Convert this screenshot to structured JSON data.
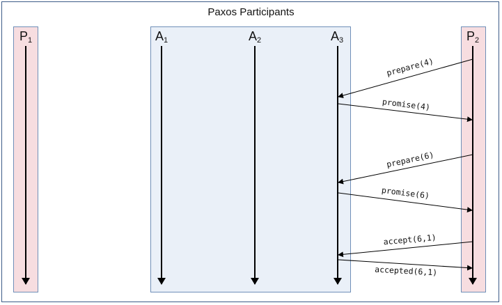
{
  "title": "Paxos Participants",
  "participants": {
    "p1": {
      "letter": "P",
      "index": "1"
    },
    "a1": {
      "letter": "A",
      "index": "1"
    },
    "a2": {
      "letter": "A",
      "index": "2"
    },
    "a3": {
      "letter": "A",
      "index": "3"
    },
    "p2": {
      "letter": "P",
      "index": "2"
    }
  },
  "messages": [
    {
      "label": "prepare(4)",
      "from": "P2",
      "to": "A3"
    },
    {
      "label": "promise(4)",
      "from": "A3",
      "to": "P2"
    },
    {
      "label": "prepare(6)",
      "from": "P2",
      "to": "A3"
    },
    {
      "label": "promise(6)",
      "from": "A3",
      "to": "P2"
    },
    {
      "label": "accept(6,1)",
      "from": "P2",
      "to": "A3"
    },
    {
      "label": "accepted(6,1)",
      "from": "A3",
      "to": "P2"
    }
  ],
  "colors": {
    "proposer_lane": "#f7dde0",
    "acceptor_lane": "#eaf0f8",
    "border": "#6f8fb8",
    "lifeline": "#000000"
  }
}
